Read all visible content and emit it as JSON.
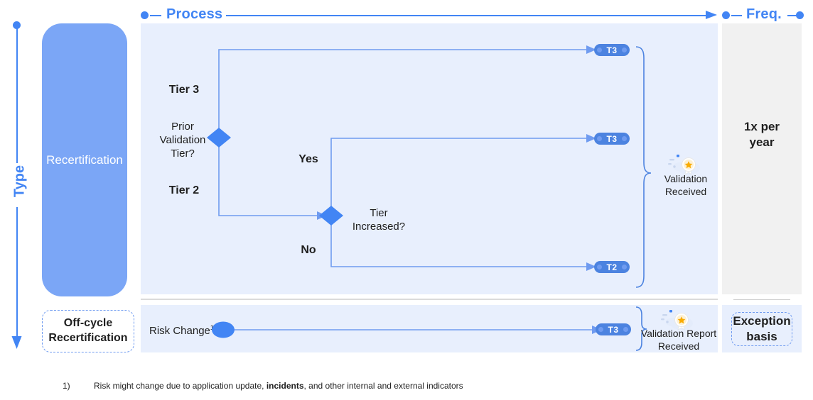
{
  "header": {
    "process_label": "Process",
    "freq_label": "Freq."
  },
  "axis": {
    "type_label": "Type"
  },
  "type_column": {
    "recertification_label": "Recertification",
    "offcycle_label": "Off-cycle\nRecertification",
    "offcycle_line1": "Off-cycle",
    "offcycle_line2": "Recertification"
  },
  "process": {
    "start_node": {
      "label_line1": "Prior",
      "label_line2": "Validation",
      "label_line3": "Tier?"
    },
    "branch_tier3": "Tier 3",
    "branch_tier2": "Tier 2",
    "decision_node": {
      "label_line1": "Tier",
      "label_line2": "Increased?"
    },
    "branch_yes": "Yes",
    "branch_no": "No",
    "badges": {
      "top": "T3",
      "middle": "T3",
      "bottom": "T2"
    },
    "outcome": {
      "line1": "Validation",
      "line2": "Received",
      "icon": "certificate-award-icon"
    }
  },
  "offcycle": {
    "trigger_label": "Risk Change",
    "trigger_superscript": "1",
    "badge": "T3",
    "outcome": {
      "line1": "Validation Report",
      "line2": "Received",
      "icon": "certificate-award-icon"
    }
  },
  "frequency": {
    "recertification_line1": "1x per",
    "recertification_line2": "year",
    "offcycle_line1": "Exception",
    "offcycle_line2": "basis"
  },
  "footnote": {
    "marker": "1)",
    "text_before": "Risk might change due to application update, ",
    "text_bold": "incidents",
    "text_after": ", and other internal and external indicators"
  },
  "colors": {
    "accent_blue": "#4285F4",
    "pill_blue": "#7BA6F6",
    "badge_blue": "#4C83E0",
    "panel_process": "#E8EFFD",
    "panel_freq": "#F1F1F1",
    "connector_blue": "#6f9bf0"
  }
}
